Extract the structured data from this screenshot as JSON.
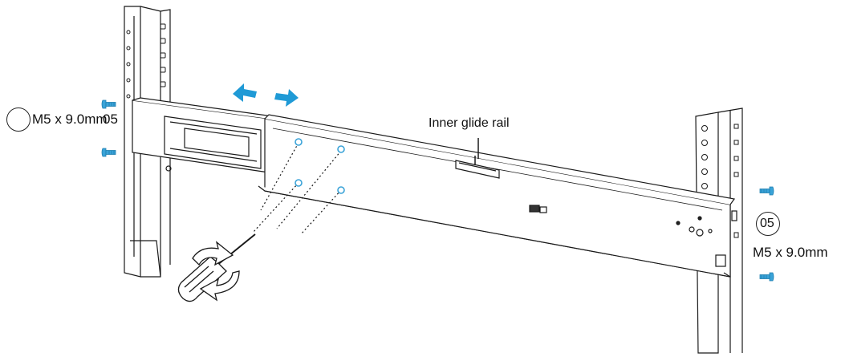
{
  "labels": {
    "inner_glide_rail": "Inner glide rail",
    "screw_spec_left": "M5 x 9.0mm",
    "screw_qty_left": "05",
    "screw_spec_right": "M5 x 9.0mm",
    "screw_qty_right": "05"
  },
  "colors": {
    "line": "#1a1a1a",
    "arrow": "#1f9ad6",
    "screw": "#3aa3d8"
  },
  "icons": {
    "slide_arrows": "double-horizontal-arrow-icon",
    "screw": "screw-icon",
    "screwdriver": "screwdriver-icon",
    "rotate": "rotate-icon"
  }
}
